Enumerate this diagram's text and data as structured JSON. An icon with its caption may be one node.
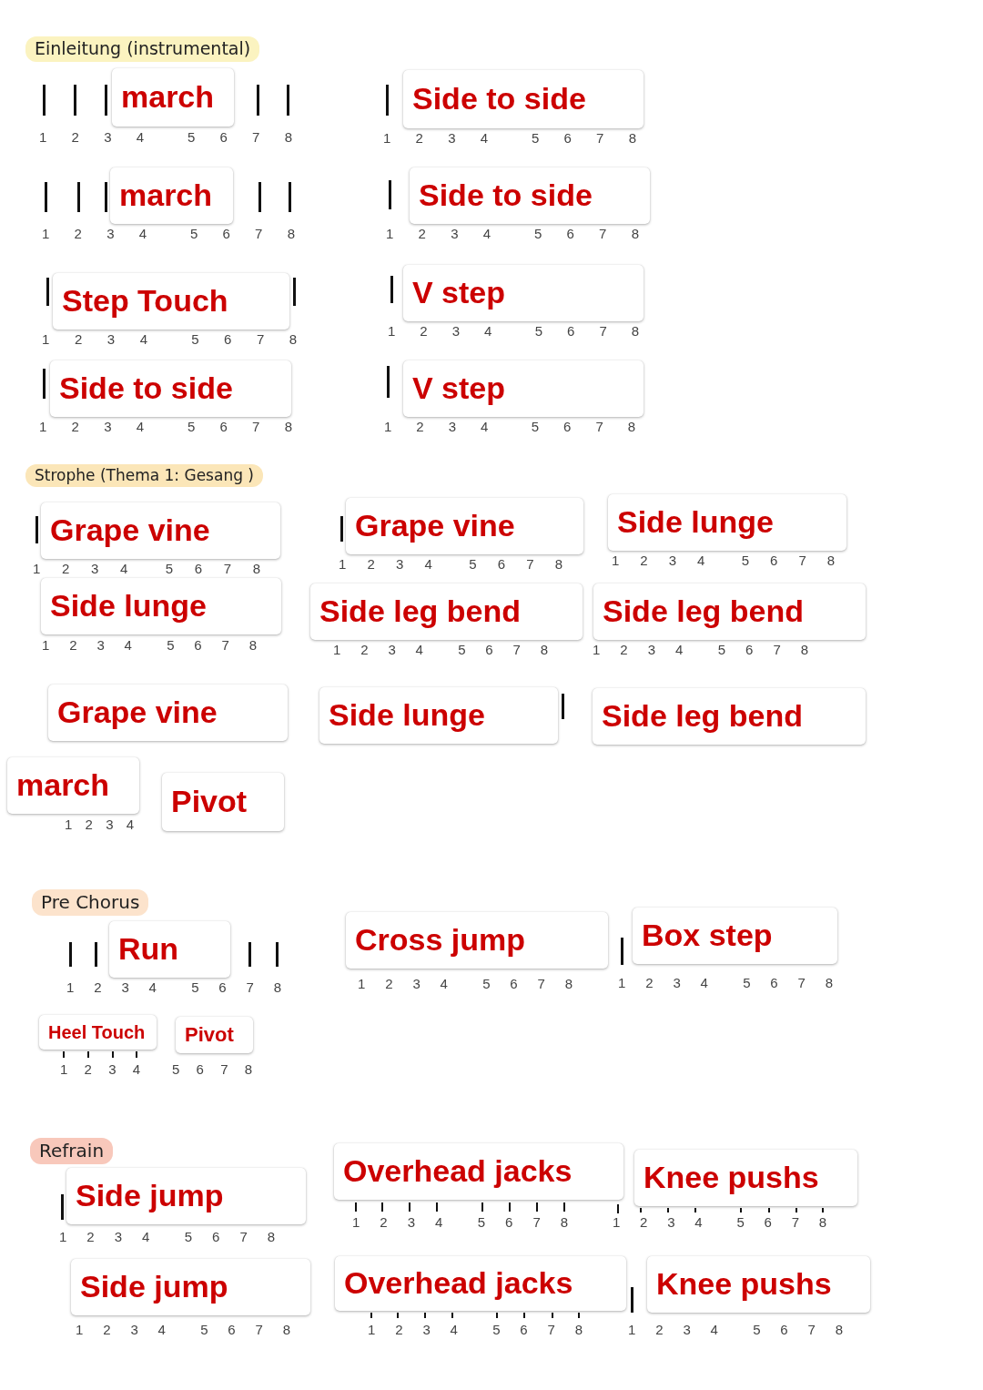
{
  "diagram": {
    "nodes": [
      {
        "text": [
          "Einleitung (instrumental)"
        ]
      },
      {
        "text": [
          "march"
        ],
        "beside": [
          "1 2 3 4 5 6 7 8"
        ]
      },
      {
        "text": [
          "Side to side"
        ],
        "beside": [
          "1 2 3 4 5 6 7 8"
        ]
      },
      {
        "text": [
          "march"
        ],
        "beside": [
          "1 2 3 4 5 6 7 8"
        ]
      },
      {
        "text": [
          "Side to side"
        ],
        "beside": [
          "1 2 3 4 5 6 7 8"
        ]
      },
      {
        "text": [
          "Step Touch"
        ],
        "beside": [
          "1 2 3 4 5 6 7 8"
        ]
      },
      {
        "text": [
          "V step"
        ],
        "beside": [
          "1 2 3 4 5 6 7 8"
        ]
      },
      {
        "text": [
          "Side to side"
        ],
        "beside": [
          "1 2 3 4 5 6 7 8"
        ]
      },
      {
        "text": [
          "V step"
        ],
        "beside": [
          "1 2 3 4 5 6 7 8"
        ]
      },
      {
        "text": [
          "Strophe (Thema 1: Gesang )"
        ]
      },
      {
        "text": [
          "Grape vine"
        ],
        "beside": [
          "1 2 3 4 5 6 7 8"
        ]
      },
      {
        "text": [
          "Grape vine"
        ],
        "beside": [
          "1 2 3 4 5 6 7 8"
        ]
      },
      {
        "text": [
          "Side lunge"
        ],
        "beside": [
          "1 2 3 4 5 6 7 8"
        ]
      },
      {
        "text": [
          "Side lunge"
        ],
        "beside": [
          "1 2 3 4 5 6 7 8"
        ]
      },
      {
        "text": [
          "Side leg bend"
        ],
        "beside": [
          "1 2 3 4 5 6 7 8"
        ]
      },
      {
        "text": [
          "Side leg bend"
        ],
        "beside": [
          "1 2 3 4 5 6 7 8"
        ]
      },
      {
        "text": [
          "Grape vine"
        ]
      },
      {
        "text": [
          "Side lunge"
        ]
      },
      {
        "text": [
          "Side leg bend"
        ]
      },
      {
        "text": [
          "march"
        ],
        "beside": [
          "1 2 3 4"
        ]
      },
      {
        "text": [
          "Pivot"
        ]
      },
      {
        "text": [
          "Pre Chorus"
        ]
      },
      {
        "text": [
          "Run"
        ],
        "beside": [
          "1 2 3 4 5 6 7 8"
        ]
      },
      {
        "text": [
          "Cross jump"
        ],
        "beside": [
          "1 2 3 4 5 6 7 8"
        ]
      },
      {
        "text": [
          "Box step"
        ],
        "beside": [
          "1 2 3 4 5 6 7 8"
        ]
      },
      {
        "text": [
          "Heel Touch"
        ],
        "beside": [
          "1 2 3 4"
        ]
      },
      {
        "text": [
          "Pivot"
        ],
        "beside": [
          "5 6 7 8"
        ]
      },
      {
        "text": [
          "Refrain"
        ]
      },
      {
        "text": [
          "Side jump"
        ],
        "beside": [
          "1 2 3 4 5 6 7 8"
        ]
      },
      {
        "text": [
          "Overhead jacks"
        ],
        "beside": [
          "1 2 3 4 5 6 7 8"
        ]
      },
      {
        "text": [
          "Knee pushs"
        ],
        "beside": [
          "1 2 3 4 5 6 7 8"
        ]
      },
      {
        "text": [
          "Side jump"
        ],
        "beside": [
          "1 2 3 4 5 6 7 8"
        ]
      },
      {
        "text": [
          "Overhead jacks"
        ],
        "beside": [
          "1 2 3 4 5 6 7 8"
        ]
      },
      {
        "text": [
          "Knee pushs"
        ],
        "beside": [
          "1 2 3 4 5 6 7 8"
        ]
      }
    ]
  }
}
